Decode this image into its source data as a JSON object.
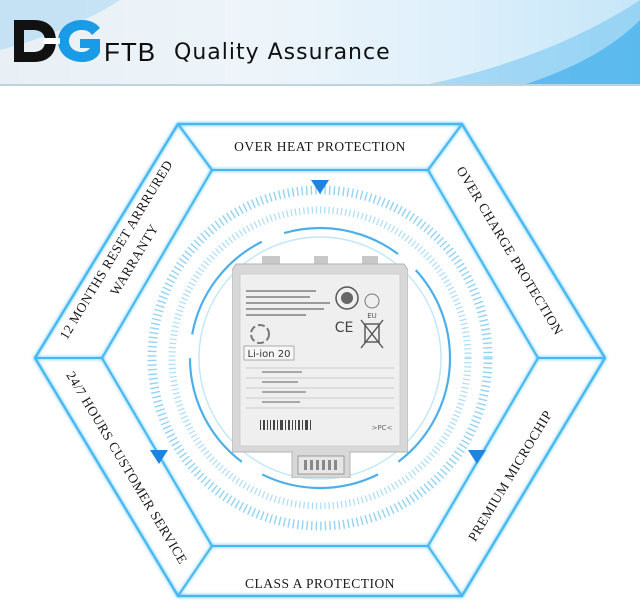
{
  "header": {
    "logo_letters": "DG",
    "logo_suffix": "FTB",
    "title": "Quality Assurance"
  },
  "features": {
    "top": "OVER HEAT PROTECTION",
    "top_right": "OVER CHARGE PROTECTION",
    "bottom_right": "PREMIUM MICROCHIP",
    "bottom": "CLASS A PROTECTION",
    "bottom_left": "24/7 HOURS CUSTOMER SERVICE",
    "top_left_line1": "12 MONTHS RESET ARRRURED",
    "top_left_line2": "WARRANTY"
  },
  "battery": {
    "badge": "Li-ion 20",
    "ce_mark": "CE",
    "eu_mark": "EU",
    "pc_mark": ">PC<"
  },
  "colors": {
    "accent_blue": "#1d84e0",
    "hex_line": "#45b8f2",
    "header_blue": "#1a9be6"
  }
}
